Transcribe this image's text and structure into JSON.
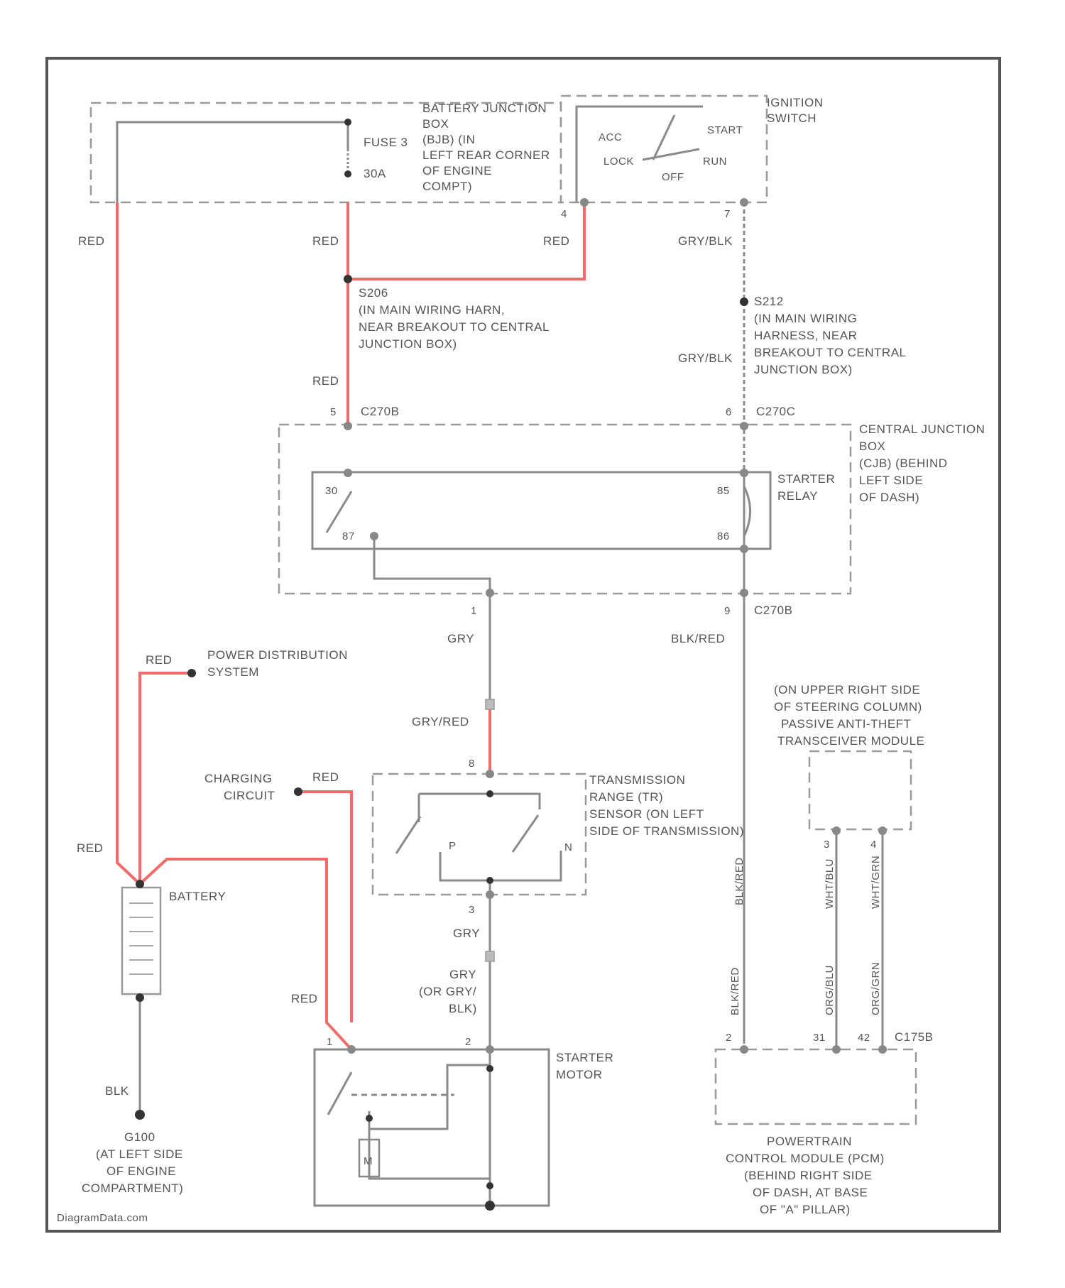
{
  "diagram": {
    "watermark": "DiagramData.com",
    "components": {
      "battery_junction_box": [
        "BATTERY JUNCTION",
        "BOX",
        "(BJB) (IN",
        "LEFT REAR CORNER",
        "OF ENGINE",
        "COMPT)"
      ],
      "fuse": {
        "name": "FUSE 3",
        "rating": "30A"
      },
      "ignition_switch": [
        "IGNITION",
        "SWITCH"
      ],
      "ignition_positions": {
        "acc": "ACC",
        "lock": "LOCK",
        "off": "OFF",
        "start": "START",
        "run": "RUN"
      },
      "splice_s206": [
        "S206",
        "(IN MAIN WIRING HARN,",
        "NEAR BREAKOUT TO CENTRAL",
        "JUNCTION BOX)"
      ],
      "splice_s212": [
        "S212",
        "(IN MAIN WIRING",
        "HARNESS, NEAR",
        "BREAKOUT TO CENTRAL",
        "JUNCTION BOX)"
      ],
      "central_junction_box": [
        "CENTRAL JUNCTION",
        "BOX",
        "(CJB) (BEHIND",
        "LEFT SIDE",
        "OF DASH)"
      ],
      "starter_relay": [
        "STARTER",
        "RELAY"
      ],
      "relay_pins": {
        "p30": "30",
        "p85": "85",
        "p87": "87",
        "p86": "86"
      },
      "power_distribution": [
        "POWER DISTRIBUTION",
        "SYSTEM"
      ],
      "charging_circuit": [
        "CHARGING",
        "CIRCUIT"
      ],
      "tr_sensor": [
        "TRANSMISSION",
        "RANGE (TR)",
        "SENSOR (ON LEFT",
        "SIDE OF TRANSMISSION)"
      ],
      "tr_positions": {
        "p": "P",
        "n": "N"
      },
      "battery": "BATTERY",
      "ground": [
        "G100",
        "(AT LEFT SIDE",
        "OF ENGINE",
        "COMPARTMENT)"
      ],
      "starter_motor": [
        "STARTER",
        "MOTOR"
      ],
      "starter_solenoid": "M",
      "pats": [
        "(ON UPPER RIGHT SIDE",
        "OF STEERING COLUMN)",
        "PASSIVE ANTI-THEFT",
        "TRANSCEIVER MODULE"
      ],
      "pcm": [
        "POWERTRAIN",
        "CONTROL MODULE (PCM)",
        "(BEHIND RIGHT SIDE",
        "OF DASH, AT BASE",
        "OF \"A\" PILLAR)"
      ]
    },
    "connectors": {
      "c270b_top": "C270B",
      "c270c": "C270C",
      "c270b_bottom": "C270B",
      "c175b": "C175B"
    },
    "pins": {
      "ign_4": "4",
      "ign_7": "7",
      "cjb_5": "5",
      "cjb_6": "6",
      "cjb_1": "1",
      "cjb_9": "9",
      "tr_8": "8",
      "tr_3": "3",
      "sm_1": "1",
      "sm_2": "2",
      "pcm_2": "2",
      "pcm_31": "31",
      "pcm_42": "42",
      "pats_3": "3",
      "pats_4": "4"
    },
    "wire_colors": {
      "red": "RED",
      "gry_blk": "GRY/BLK",
      "blk_red": "BLK/RED",
      "gry": "GRY",
      "gry_red": "GRY/RED",
      "gry_alt": [
        "GRY",
        "(OR GRY/",
        "BLK)"
      ],
      "blk": "BLK",
      "vert_blk_red_1": "BLK/RED",
      "vert_blk_red_2": "BLK/RED",
      "vert_org_blu": "ORG/BLU",
      "vert_org_grn": "ORG/GRN",
      "vert_wht_blu": "WHT/BLU",
      "vert_wht_grn": "WHT/GRN"
    },
    "colors": {
      "live": "#f26a6a",
      "wire": "#8a8a8a",
      "orange_wire": "#f0b070",
      "green_wire": "#90dd90",
      "dark_red_wire": "#a04040"
    }
  }
}
